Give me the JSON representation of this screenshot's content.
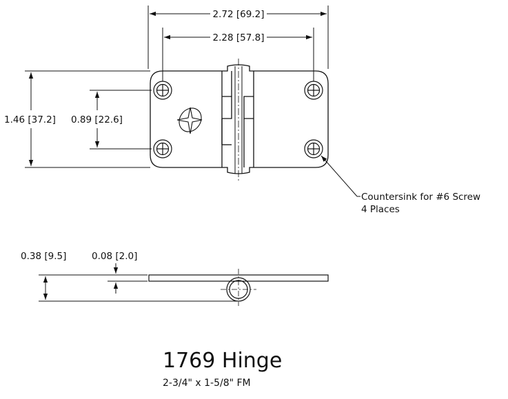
{
  "dimensions": {
    "overall_width": "2.72 [69.2]",
    "hole_spacing_width": "2.28 [57.8]",
    "overall_height": "1.46 [37.2]",
    "hole_spacing_height": "0.89 [22.6]",
    "thickness_overall": "0.38 [9.5]",
    "leaf_thickness": "0.08 [2.0]"
  },
  "callout": {
    "line1": "Countersink for #6 Screw",
    "line2": "4 Places"
  },
  "title": "1769 Hinge",
  "subtitle": "2-3/4\" x 1-5/8\" FM"
}
